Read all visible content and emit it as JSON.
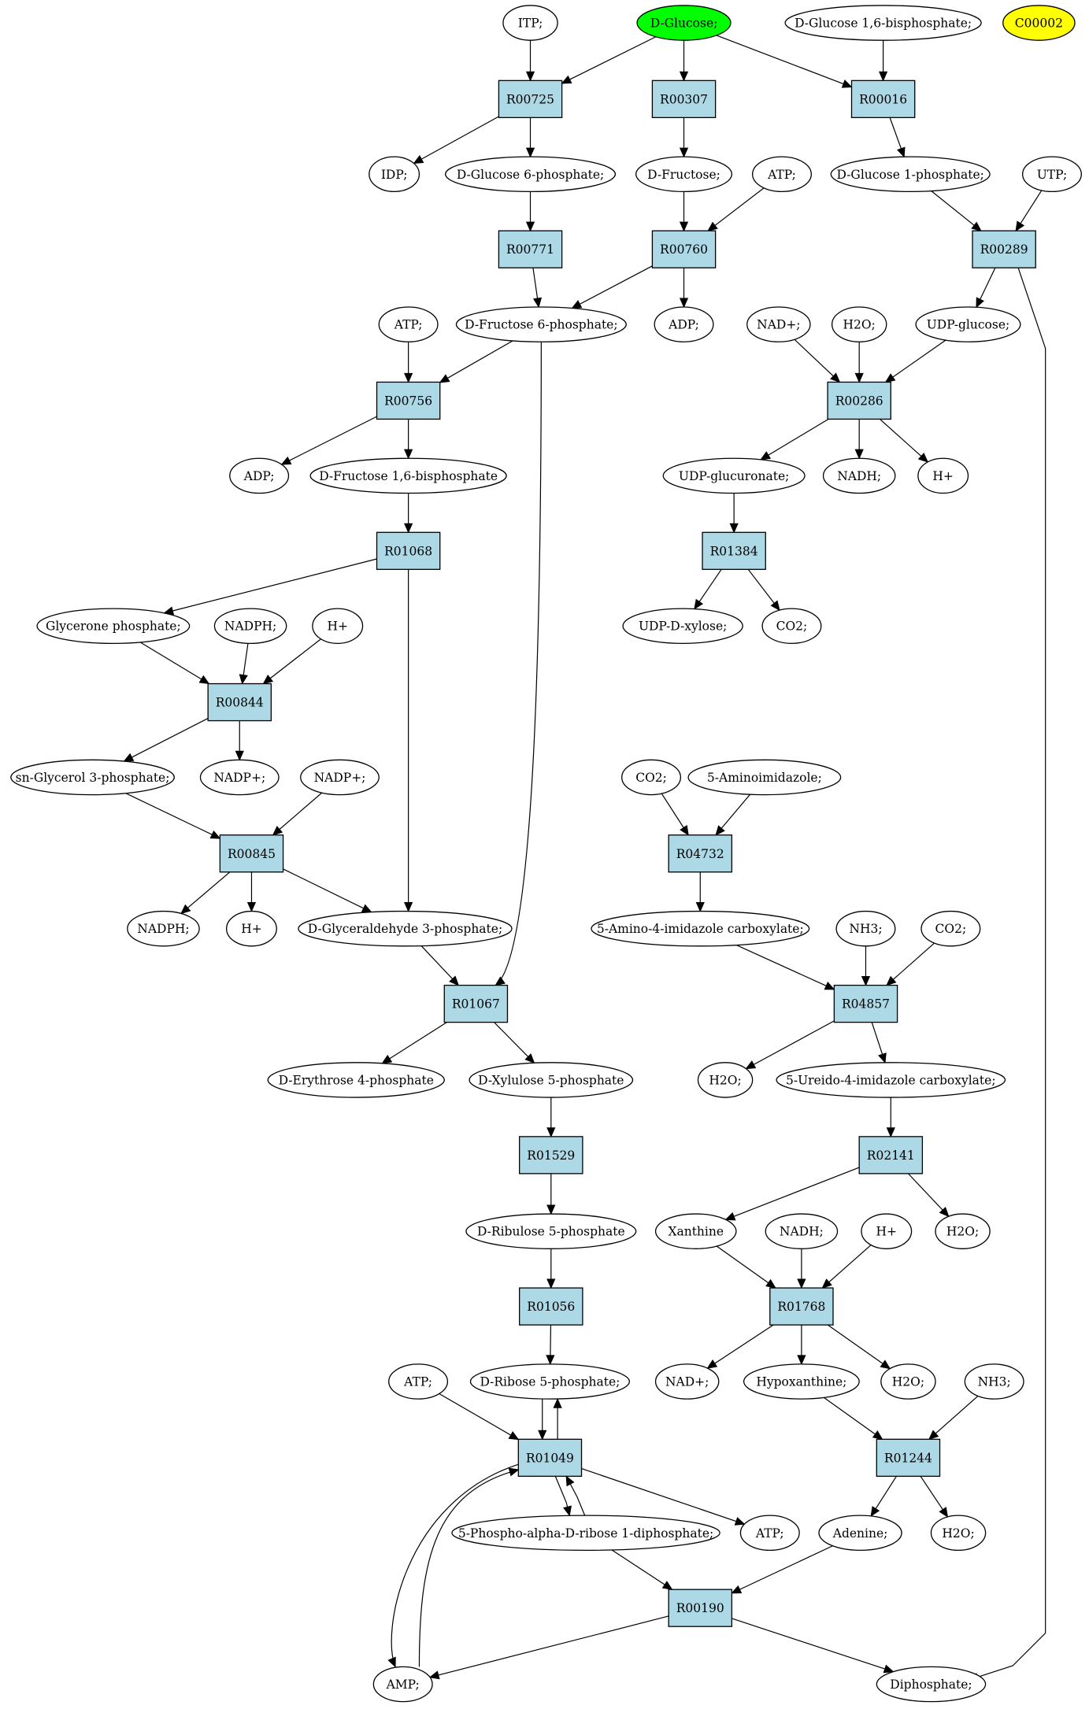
{
  "colors": {
    "reaction_fill": "#add8e6",
    "compound_fill": "#ffffff",
    "highlight_green": "#00ff00",
    "highlight_yellow": "#ffff00"
  },
  "nodes": [
    {
      "id": "itp",
      "kind": "compound",
      "label": "ITP;"
    },
    {
      "id": "dglucose",
      "kind": "compound",
      "label": "D-Glucose;",
      "color": "#00ff00"
    },
    {
      "id": "dg16bp",
      "kind": "compound",
      "label": "D-Glucose 1,6-bisphosphate;"
    },
    {
      "id": "c00002",
      "kind": "compound",
      "label": "C00002",
      "color": "#ffff00"
    },
    {
      "id": "r00725",
      "kind": "reaction",
      "label": "R00725"
    },
    {
      "id": "r00307",
      "kind": "reaction",
      "label": "R00307"
    },
    {
      "id": "r00016",
      "kind": "reaction",
      "label": "R00016"
    },
    {
      "id": "idp",
      "kind": "compound",
      "label": "IDP;"
    },
    {
      "id": "dg6p",
      "kind": "compound",
      "label": "D-Glucose 6-phosphate;"
    },
    {
      "id": "dfructose",
      "kind": "compound",
      "label": "D-Fructose;"
    },
    {
      "id": "atp1",
      "kind": "compound",
      "label": "ATP;"
    },
    {
      "id": "dg1p",
      "kind": "compound",
      "label": "D-Glucose 1-phosphate;"
    },
    {
      "id": "utp",
      "kind": "compound",
      "label": "UTP;"
    },
    {
      "id": "r00771",
      "kind": "reaction",
      "label": "R00771"
    },
    {
      "id": "r00760",
      "kind": "reaction",
      "label": "R00760"
    },
    {
      "id": "r00289",
      "kind": "reaction",
      "label": "R00289"
    },
    {
      "id": "atp2",
      "kind": "compound",
      "label": "ATP;"
    },
    {
      "id": "df6p",
      "kind": "compound",
      "label": "D-Fructose 6-phosphate;"
    },
    {
      "id": "adp1",
      "kind": "compound",
      "label": "ADP;"
    },
    {
      "id": "nadplus1",
      "kind": "compound",
      "label": "NAD+;"
    },
    {
      "id": "h2o1",
      "kind": "compound",
      "label": "H2O;"
    },
    {
      "id": "udpglucose",
      "kind": "compound",
      "label": "UDP-glucose;"
    },
    {
      "id": "r00756",
      "kind": "reaction",
      "label": "R00756"
    },
    {
      "id": "r00286",
      "kind": "reaction",
      "label": "R00286"
    },
    {
      "id": "adp2",
      "kind": "compound",
      "label": "ADP;"
    },
    {
      "id": "df16bp",
      "kind": "compound",
      "label": "D-Fructose 1,6-bisphosphate"
    },
    {
      "id": "udpglucuronate",
      "kind": "compound",
      "label": "UDP-glucuronate;"
    },
    {
      "id": "nadh1",
      "kind": "compound",
      "label": "NADH;"
    },
    {
      "id": "hplus1",
      "kind": "compound",
      "label": "H+"
    },
    {
      "id": "r01068",
      "kind": "reaction",
      "label": "R01068"
    },
    {
      "id": "r01384",
      "kind": "reaction",
      "label": "R01384"
    },
    {
      "id": "glyceronep",
      "kind": "compound",
      "label": "Glycerone phosphate;"
    },
    {
      "id": "nadph1",
      "kind": "compound",
      "label": "NADPH;"
    },
    {
      "id": "hplus2",
      "kind": "compound",
      "label": "H+"
    },
    {
      "id": "udpxylose",
      "kind": "compound",
      "label": "UDP-D-xylose;"
    },
    {
      "id": "co2_1",
      "kind": "compound",
      "label": "CO2;"
    },
    {
      "id": "r00844",
      "kind": "reaction",
      "label": "R00844"
    },
    {
      "id": "snglycerol3p",
      "kind": "compound",
      "label": "sn-Glycerol 3-phosphate;"
    },
    {
      "id": "nadpplus1",
      "kind": "compound",
      "label": "NADP+;"
    },
    {
      "id": "nadpplus2",
      "kind": "compound",
      "label": "NADP+;"
    },
    {
      "id": "co2_2",
      "kind": "compound",
      "label": "CO2;"
    },
    {
      "id": "aminoimidazole",
      "kind": "compound",
      "label": "5-Aminoimidazole;"
    },
    {
      "id": "r00845",
      "kind": "reaction",
      "label": "R00845"
    },
    {
      "id": "r04732",
      "kind": "reaction",
      "label": "R04732"
    },
    {
      "id": "nadph2",
      "kind": "compound",
      "label": "NADPH;"
    },
    {
      "id": "hplus3",
      "kind": "compound",
      "label": "H+"
    },
    {
      "id": "dga3p",
      "kind": "compound",
      "label": "D-Glyceraldehyde 3-phosphate;"
    },
    {
      "id": "aicarboxylate",
      "kind": "compound",
      "label": "5-Amino-4-imidazole carboxylate;"
    },
    {
      "id": "nh3_1",
      "kind": "compound",
      "label": "NH3;"
    },
    {
      "id": "co2_3",
      "kind": "compound",
      "label": "CO2;"
    },
    {
      "id": "r01067",
      "kind": "reaction",
      "label": "R01067"
    },
    {
      "id": "r04857",
      "kind": "reaction",
      "label": "R04857"
    },
    {
      "id": "de4p",
      "kind": "compound",
      "label": "D-Erythrose 4-phosphate"
    },
    {
      "id": "dx5p",
      "kind": "compound",
      "label": "D-Xylulose 5-phosphate"
    },
    {
      "id": "h2o2",
      "kind": "compound",
      "label": "H2O;"
    },
    {
      "id": "ureido",
      "kind": "compound",
      "label": "5-Ureido-4-imidazole carboxylate;"
    },
    {
      "id": "r01529",
      "kind": "reaction",
      "label": "R01529"
    },
    {
      "id": "r02141",
      "kind": "reaction",
      "label": "R02141"
    },
    {
      "id": "dr5p_ribulose",
      "kind": "compound",
      "label": "D-Ribulose 5-phosphate"
    },
    {
      "id": "xanthine",
      "kind": "compound",
      "label": "Xanthine"
    },
    {
      "id": "nadh2",
      "kind": "compound",
      "label": "NADH;"
    },
    {
      "id": "hplus4",
      "kind": "compound",
      "label": "H+"
    },
    {
      "id": "h2o3",
      "kind": "compound",
      "label": "H2O;"
    },
    {
      "id": "r01056",
      "kind": "reaction",
      "label": "R01056"
    },
    {
      "id": "r01768",
      "kind": "reaction",
      "label": "R01768"
    },
    {
      "id": "atp3",
      "kind": "compound",
      "label": "ATP;"
    },
    {
      "id": "dribose5p",
      "kind": "compound",
      "label": "D-Ribose 5-phosphate;"
    },
    {
      "id": "nadplus2",
      "kind": "compound",
      "label": "NAD+;"
    },
    {
      "id": "hypoxanthine",
      "kind": "compound",
      "label": "Hypoxanthine;"
    },
    {
      "id": "h2o4",
      "kind": "compound",
      "label": "H2O;"
    },
    {
      "id": "nh3_2",
      "kind": "compound",
      "label": "NH3;"
    },
    {
      "id": "r01049",
      "kind": "reaction",
      "label": "R01049"
    },
    {
      "id": "r01244",
      "kind": "reaction",
      "label": "R01244"
    },
    {
      "id": "prpp",
      "kind": "compound",
      "label": "5-Phospho-alpha-D-ribose 1-diphosphate;"
    },
    {
      "id": "atp4",
      "kind": "compound",
      "label": "ATP;"
    },
    {
      "id": "adenine",
      "kind": "compound",
      "label": "Adenine;"
    },
    {
      "id": "h2o5",
      "kind": "compound",
      "label": "H2O;"
    },
    {
      "id": "r00190",
      "kind": "reaction",
      "label": "R00190"
    },
    {
      "id": "amp",
      "kind": "compound",
      "label": "AMP;"
    },
    {
      "id": "diphosphate",
      "kind": "compound",
      "label": "Diphosphate;"
    }
  ],
  "edges": [
    {
      "from": "itp",
      "to": "r00725"
    },
    {
      "from": "dglucose",
      "to": "r00725"
    },
    {
      "from": "dglucose",
      "to": "r00307"
    },
    {
      "from": "dglucose",
      "to": "r00016"
    },
    {
      "from": "dg16bp",
      "to": "r00016"
    },
    {
      "from": "r00725",
      "to": "idp"
    },
    {
      "from": "r00725",
      "to": "dg6p"
    },
    {
      "from": "r00307",
      "to": "dfructose"
    },
    {
      "from": "r00016",
      "to": "dg1p"
    },
    {
      "from": "dg6p",
      "to": "r00771"
    },
    {
      "from": "dfructose",
      "to": "r00760"
    },
    {
      "from": "atp1",
      "to": "r00760"
    },
    {
      "from": "dg1p",
      "to": "r00289"
    },
    {
      "from": "utp",
      "to": "r00289"
    },
    {
      "from": "r00771",
      "to": "df6p"
    },
    {
      "from": "r00760",
      "to": "df6p"
    },
    {
      "from": "r00760",
      "to": "adp1"
    },
    {
      "from": "r00289",
      "to": "udpglucose"
    },
    {
      "from": "r00289",
      "to": "diphosphate"
    },
    {
      "from": "atp2",
      "to": "r00756"
    },
    {
      "from": "df6p",
      "to": "r00756"
    },
    {
      "from": "df6p",
      "to": "r01067"
    },
    {
      "from": "nadplus1",
      "to": "r00286"
    },
    {
      "from": "h2o1",
      "to": "r00286"
    },
    {
      "from": "udpglucose",
      "to": "r00286"
    },
    {
      "from": "r00756",
      "to": "adp2"
    },
    {
      "from": "r00756",
      "to": "df16bp"
    },
    {
      "from": "r00286",
      "to": "udpglucuronate"
    },
    {
      "from": "r00286",
      "to": "nadh1"
    },
    {
      "from": "r00286",
      "to": "hplus1"
    },
    {
      "from": "df16bp",
      "to": "r01068"
    },
    {
      "from": "udpglucuronate",
      "to": "r01384"
    },
    {
      "from": "r01068",
      "to": "glyceronep"
    },
    {
      "from": "r01068",
      "to": "dga3p"
    },
    {
      "from": "r01384",
      "to": "udpxylose"
    },
    {
      "from": "r01384",
      "to": "co2_1"
    },
    {
      "from": "glyceronep",
      "to": "r00844"
    },
    {
      "from": "nadph1",
      "to": "r00844"
    },
    {
      "from": "hplus2",
      "to": "r00844"
    },
    {
      "from": "r00844",
      "to": "snglycerol3p"
    },
    {
      "from": "r00844",
      "to": "nadpplus1"
    },
    {
      "from": "snglycerol3p",
      "to": "r00845"
    },
    {
      "from": "nadpplus2",
      "to": "r00845"
    },
    {
      "from": "co2_2",
      "to": "r04732"
    },
    {
      "from": "aminoimidazole",
      "to": "r04732"
    },
    {
      "from": "r00845",
      "to": "nadph2"
    },
    {
      "from": "r00845",
      "to": "hplus3"
    },
    {
      "from": "r00845",
      "to": "dga3p"
    },
    {
      "from": "r04732",
      "to": "aicarboxylate"
    },
    {
      "from": "dga3p",
      "to": "r01067"
    },
    {
      "from": "aicarboxylate",
      "to": "r04857"
    },
    {
      "from": "nh3_1",
      "to": "r04857"
    },
    {
      "from": "co2_3",
      "to": "r04857"
    },
    {
      "from": "r01067",
      "to": "de4p"
    },
    {
      "from": "r01067",
      "to": "dx5p"
    },
    {
      "from": "r04857",
      "to": "h2o2"
    },
    {
      "from": "r04857",
      "to": "ureido"
    },
    {
      "from": "dx5p",
      "to": "r01529"
    },
    {
      "from": "ureido",
      "to": "r02141"
    },
    {
      "from": "r01529",
      "to": "dr5p_ribulose"
    },
    {
      "from": "r02141",
      "to": "xanthine"
    },
    {
      "from": "r02141",
      "to": "h2o3"
    },
    {
      "from": "dr5p_ribulose",
      "to": "r01056"
    },
    {
      "from": "xanthine",
      "to": "r01768"
    },
    {
      "from": "nadh2",
      "to": "r01768"
    },
    {
      "from": "hplus4",
      "to": "r01768"
    },
    {
      "from": "r01056",
      "to": "dribose5p"
    },
    {
      "from": "r01768",
      "to": "nadplus2"
    },
    {
      "from": "r01768",
      "to": "hypoxanthine"
    },
    {
      "from": "r01768",
      "to": "h2o4"
    },
    {
      "from": "atp3",
      "to": "r01049"
    },
    {
      "from": "dribose5p",
      "to": "r01049"
    },
    {
      "from": "r01049",
      "to": "dribose5p"
    },
    {
      "from": "hypoxanthine",
      "to": "r01244"
    },
    {
      "from": "nh3_2",
      "to": "r01244"
    },
    {
      "from": "r01049",
      "to": "prpp"
    },
    {
      "from": "prpp",
      "to": "r01049"
    },
    {
      "from": "r01049",
      "to": "atp4"
    },
    {
      "from": "r01049",
      "to": "amp"
    },
    {
      "from": "amp",
      "to": "r01049"
    },
    {
      "from": "r01244",
      "to": "adenine"
    },
    {
      "from": "r01244",
      "to": "h2o5"
    },
    {
      "from": "prpp",
      "to": "r00190"
    },
    {
      "from": "adenine",
      "to": "r00190"
    },
    {
      "from": "r00190",
      "to": "amp"
    },
    {
      "from": "r00190",
      "to": "diphosphate"
    }
  ]
}
